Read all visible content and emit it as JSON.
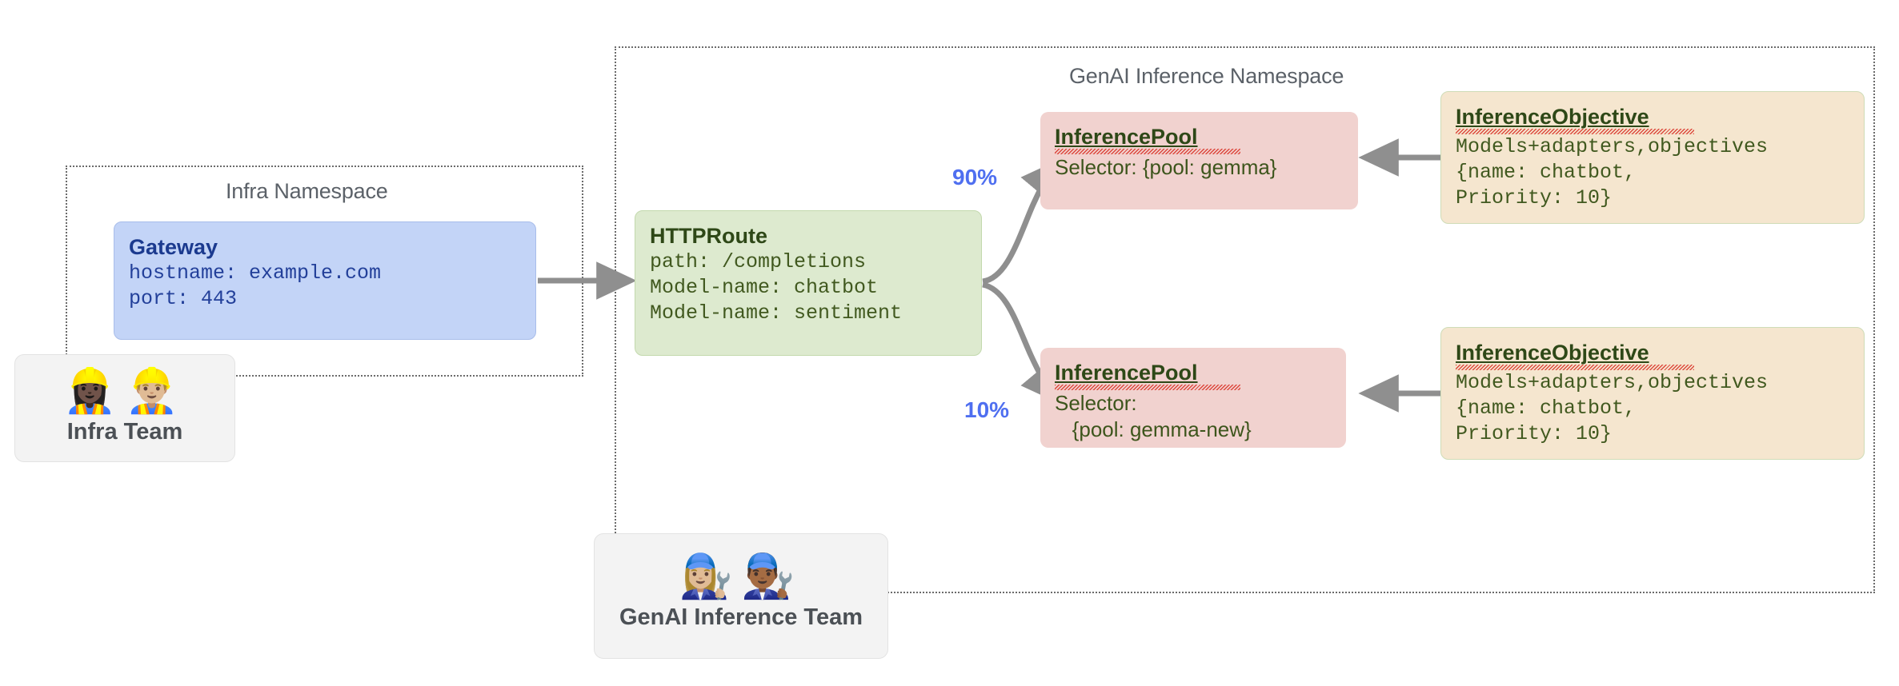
{
  "namespaces": [
    {
      "id": "infra",
      "title": "Infra Namespace"
    },
    {
      "id": "genai",
      "title": "GenAI Inference Namespace"
    }
  ],
  "gateway": {
    "title": "Gateway",
    "line1": "hostname: example.com",
    "line2": "port: 443"
  },
  "httproute": {
    "title": "HTTPRoute",
    "line1": "path: /completions",
    "line2": "Model-name: chatbot",
    "line3": "Model-name: sentiment"
  },
  "pools": [
    {
      "id": "pool-gemma",
      "title": "InferencePool",
      "line1": "Selector: {pool: gemma}",
      "line2": ""
    },
    {
      "id": "pool-gemma-new",
      "title": "InferencePool",
      "line1": "Selector:",
      "line2": "   {pool: gemma-new}"
    }
  ],
  "objectives": [
    {
      "id": "objective-top",
      "title": "InferenceObjective",
      "line1": "Models+adapters,objectives",
      "line2": "{name: chatbot,",
      "line3": "Priority: 10}"
    },
    {
      "id": "objective-bottom",
      "title": "InferenceObjective",
      "line1": "Models+adapters,objectives",
      "line2": "{name: chatbot,",
      "line3": "Priority: 10}"
    }
  ],
  "edge_labels": [
    {
      "id": "weight-top",
      "text": "90%"
    },
    {
      "id": "weight-bottom",
      "text": "10%"
    }
  ],
  "teams": [
    {
      "id": "infra-team",
      "emoji": "👷🏿‍♀️👷🏼‍♂️",
      "label": "Infra Team"
    },
    {
      "id": "genai-team",
      "emoji": "👩🏼‍🔧👨🏾‍🔧",
      "label": "GenAI Inference Team"
    }
  ],
  "colors": {
    "gateway_bg": "#c3d4f7",
    "httproute_bg": "#ddeacf",
    "pool_bg": "#f1d2cf",
    "objective_bg": "#f5e6cf",
    "team_bg": "#f3f3f3",
    "arrow": "#8f8f8f",
    "weight_label": "#4f6ff0",
    "namespace_border": "#6b6b6b"
  },
  "chart_data": {
    "type": "diagram",
    "title": "Gateway API Inference Extension traffic split",
    "nodes": [
      "Gateway",
      "HTTPRoute",
      "InferencePool (gemma)",
      "InferencePool (gemma-new)",
      "InferenceObjective (top)",
      "InferenceObjective (bottom)"
    ],
    "edges": [
      {
        "from": "Gateway",
        "to": "HTTPRoute",
        "label": ""
      },
      {
        "from": "HTTPRoute",
        "to": "InferencePool (gemma)",
        "label": "90%"
      },
      {
        "from": "HTTPRoute",
        "to": "InferencePool (gemma-new)",
        "label": "10%"
      },
      {
        "from": "InferenceObjective (top)",
        "to": "InferencePool (gemma)",
        "label": ""
      },
      {
        "from": "InferenceObjective (bottom)",
        "to": "InferencePool (gemma-new)",
        "label": ""
      }
    ],
    "weights": [
      90,
      10
    ]
  }
}
